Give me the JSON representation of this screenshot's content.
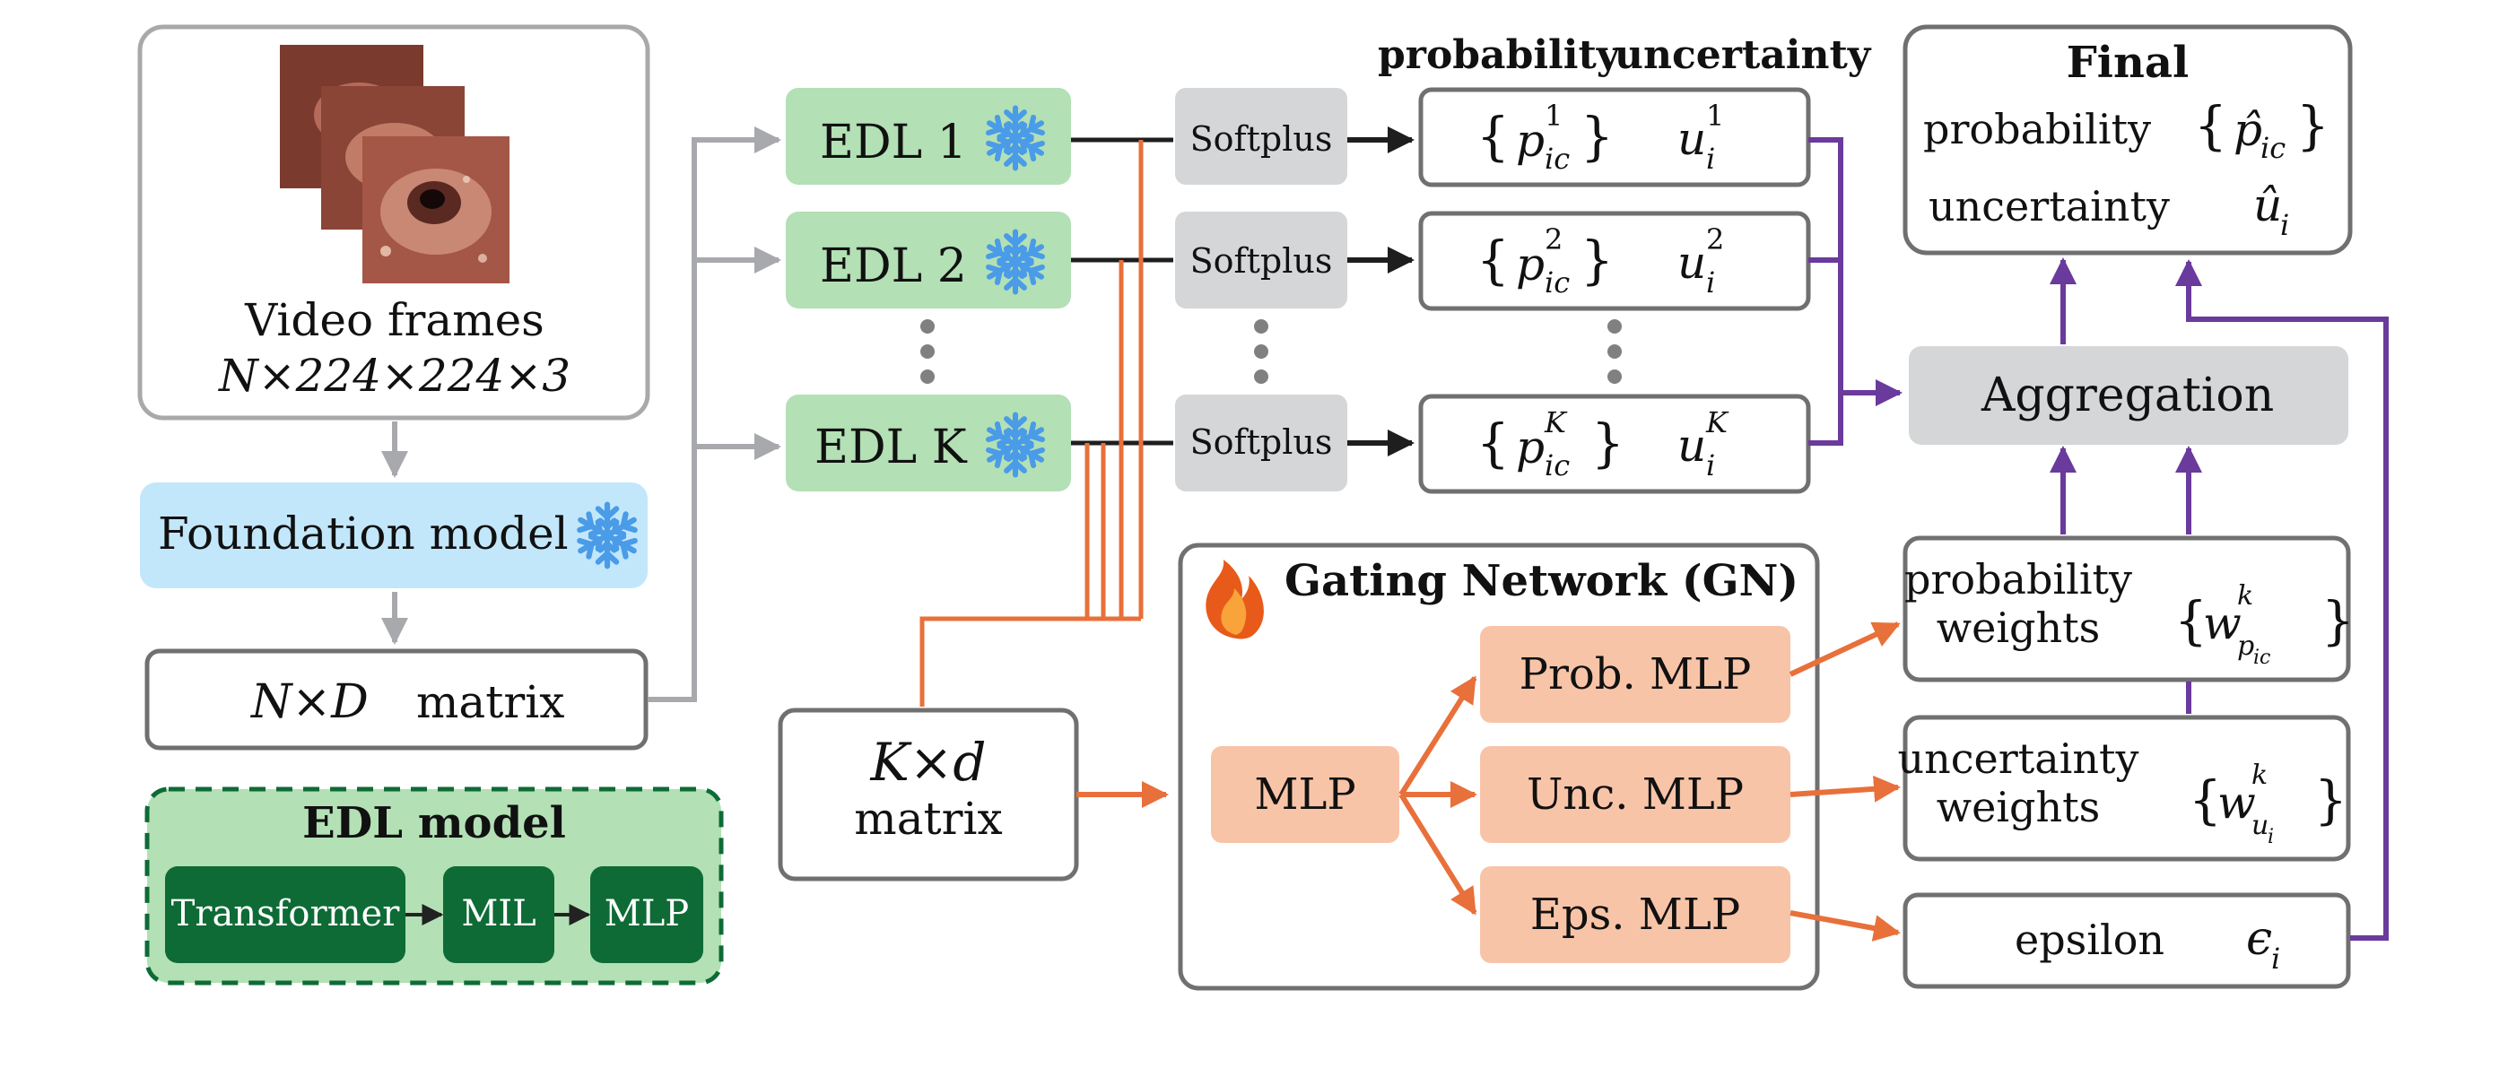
{
  "input": {
    "label_line1": "Video frames",
    "label_line2": "N×224×224×3"
  },
  "foundation": {
    "label": "Foundation model"
  },
  "nd_matrix": {
    "dims": "N×D",
    "word": "matrix"
  },
  "edl_models": [
    {
      "label": "EDL 1"
    },
    {
      "label": "EDL 2"
    },
    {
      "label": "EDL K"
    }
  ],
  "softplus": {
    "label": "Softplus"
  },
  "headers": {
    "probability": "probability",
    "uncertainty": "uncertainty"
  },
  "outputs": [
    {
      "sup": "1"
    },
    {
      "sup": "2"
    },
    {
      "sup": "K"
    }
  ],
  "legend": {
    "title": "EDL model",
    "steps": [
      "Transformer",
      "MIL",
      "MLP"
    ]
  },
  "kd_matrix": {
    "dims": "K×d",
    "word": "matrix"
  },
  "gating": {
    "title": "Gating Network (GN)",
    "mlp": "MLP",
    "heads": [
      "Prob. MLP",
      "Unc. MLP",
      "Eps. MLP"
    ]
  },
  "final": {
    "title": "Final",
    "prob_label": "probability",
    "unc_label": "uncertainty"
  },
  "aggregation": {
    "label": "Aggregation"
  },
  "weights": {
    "prob_line1": "probability",
    "prob_line2": "weights",
    "unc_line1": "uncertainty",
    "unc_line2": "weights"
  },
  "epsilon": {
    "label": "epsilon"
  },
  "colors": {
    "edl_green": "#b3e0b5",
    "dark_green": "#0e6b36",
    "foundation_blue": "#c2e7fa",
    "softplus_gray": "#d5d6d8",
    "mlp_peach": "#f8c4a8",
    "orange": "#e8703a",
    "purple": "#6a3a9c",
    "snowflake": "#4a9be8",
    "gray_arrow": "#a8a9ad"
  }
}
